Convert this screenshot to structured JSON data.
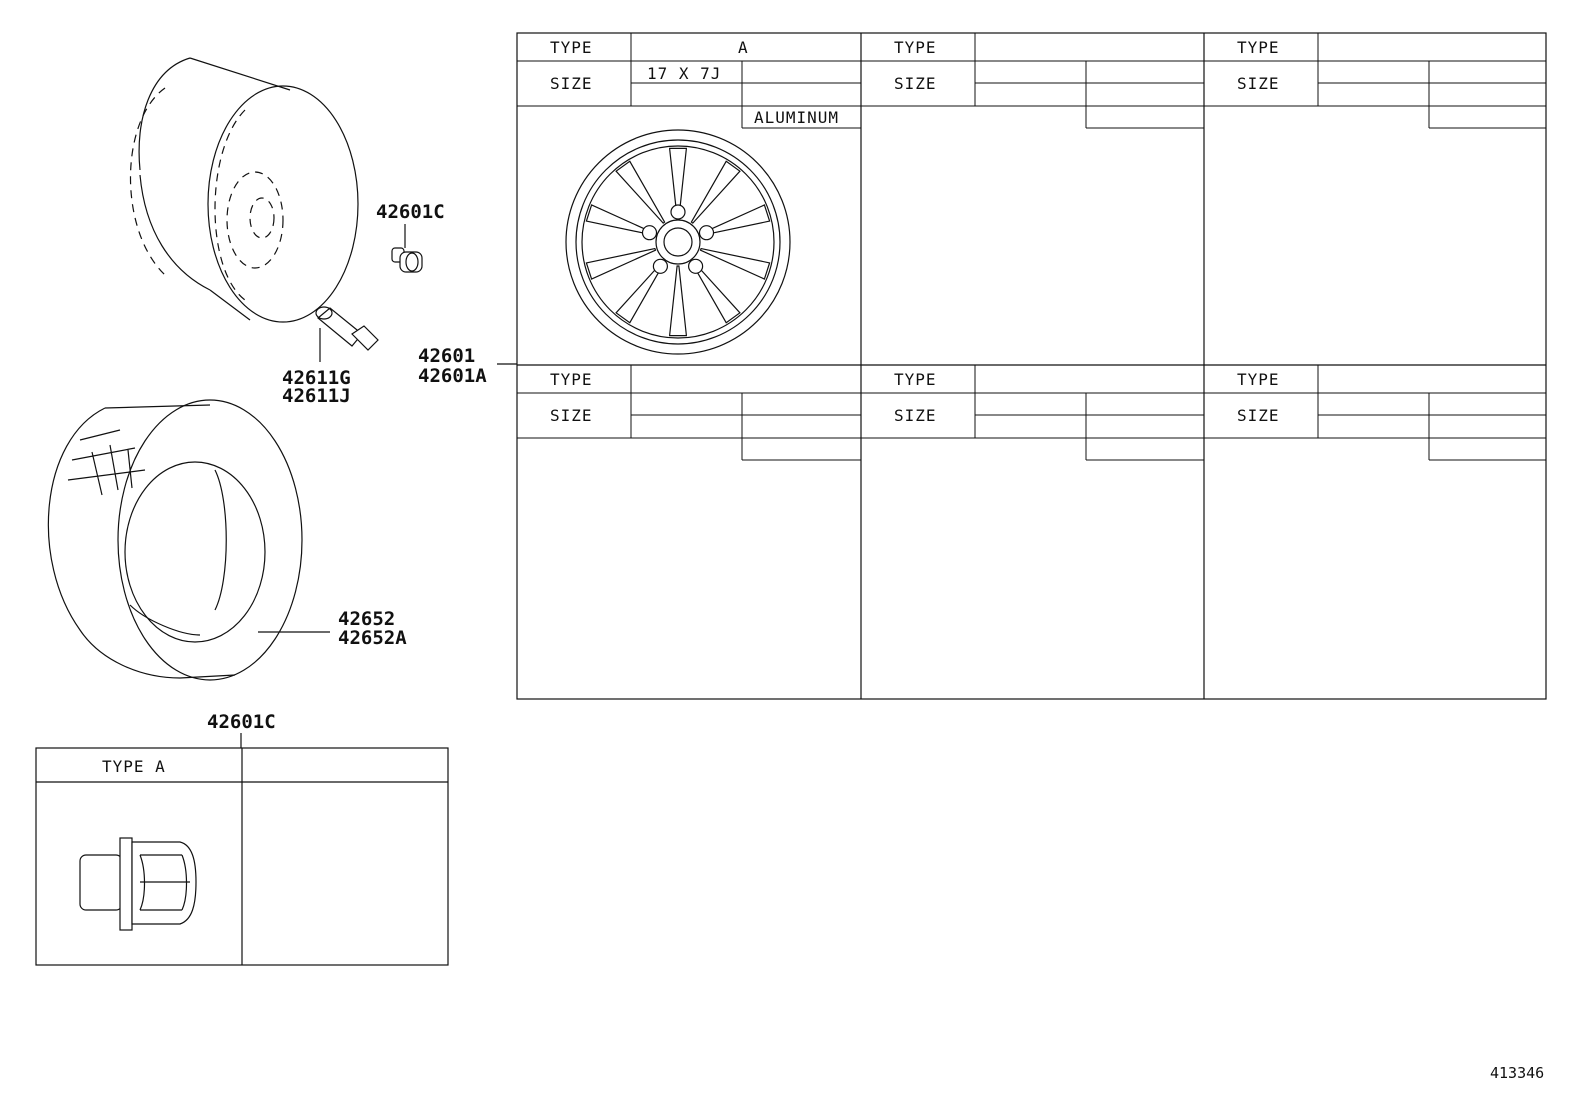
{
  "callouts": {
    "nut_top": "42601C",
    "valve_1": "42611G",
    "valve_2": "42611J",
    "wheel_1": "42601",
    "wheel_2": "42601A",
    "tire_1": "42652",
    "tire_2": "42652A",
    "nut_table": "42601C"
  },
  "wheel_table": {
    "type_label": "TYPE",
    "size_label": "SIZE",
    "cells": [
      {
        "type_value": "A",
        "size_value": "17 X 7J",
        "material": "ALUMINUM"
      },
      {
        "type_value": "",
        "size_value": "",
        "material": ""
      },
      {
        "type_value": "",
        "size_value": "",
        "material": ""
      },
      {
        "type_value": "",
        "size_value": "",
        "material": ""
      },
      {
        "type_value": "",
        "size_value": "",
        "material": ""
      },
      {
        "type_value": "",
        "size_value": "",
        "material": ""
      }
    ]
  },
  "nut_table": {
    "header_1": "TYPE A",
    "header_2": ""
  },
  "figure_number": "413346"
}
